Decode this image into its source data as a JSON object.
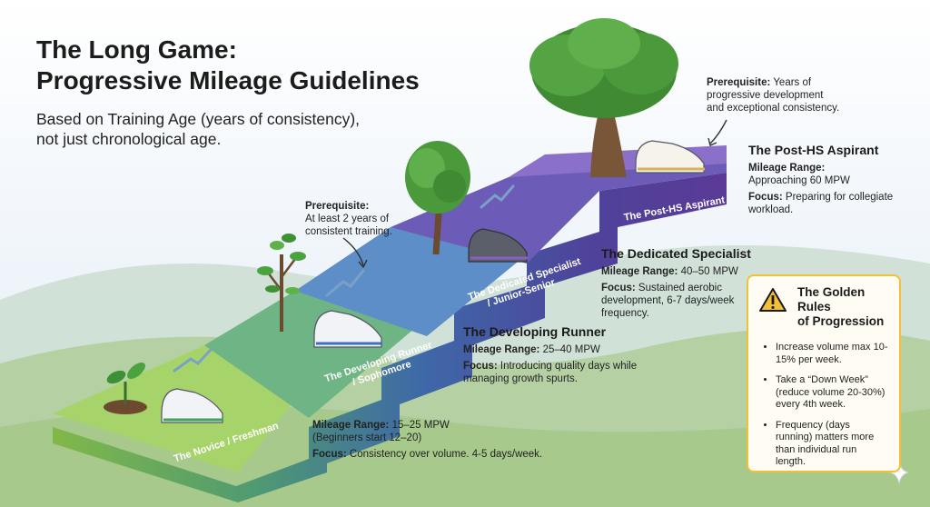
{
  "title": {
    "line1": "The Long Game:",
    "line2": "Progressive Mileage Guidelines"
  },
  "subtitle": {
    "line1": "Based on Training Age (years of consistency),",
    "line2": "not just chronological age."
  },
  "steps": [
    {
      "label": "The Novice / Freshman"
    },
    {
      "label1": "The Developing Runner",
      "label2": "/ Sophomore"
    },
    {
      "label1": "The Dedicated Specialist",
      "label2": "/ Junior-Senior"
    },
    {
      "label": "The Post-HS Aspirant"
    }
  ],
  "novice": {
    "mileage_label": "Mileage Range:",
    "mileage_value": "15–25 MPW",
    "mileage_note": "(Beginners start 12–20)",
    "focus_label": "Focus:",
    "focus_value": "Consistency over volume. 4-5 days/week."
  },
  "developing": {
    "heading": "The Developing Runner",
    "mileage_label": "Mileage Range:",
    "mileage_value": "25–40 MPW",
    "focus_label": "Focus:",
    "focus_value1": "Introducing quality days while",
    "focus_value2": "managing growth spurts."
  },
  "dedicated": {
    "heading": "The Dedicated Specialist",
    "mileage_label": "Mileage Range:",
    "mileage_value": "40–50 MPW",
    "focus_label": "Focus:",
    "focus_value1": "Sustained aerobic",
    "focus_value2": "development, 6-7 days/week",
    "focus_value3": "frequency."
  },
  "aspirant": {
    "heading": "The Post-HS Aspirant",
    "mileage_label": "Mileage Range:",
    "mileage_value": "Approaching 60 MPW",
    "focus_label": "Focus:",
    "focus_value1": "Preparing for collegiate",
    "focus_value2": "workload."
  },
  "prereq1": {
    "label": "Prerequisite:",
    "line1": "At least 2 years of",
    "line2": "consistent training."
  },
  "prereq2": {
    "label": "Prerequisite:",
    "line1a": "Years of",
    "line2": "progressive development",
    "line3": "and exceptional consistency."
  },
  "rules": {
    "heading1": "The Golden Rules",
    "heading2": "of Progression",
    "items": [
      "Increase volume max 10-15% per week.",
      "Take a “Down Week” (reduce volume 20-30%) every 4th week.",
      "Frequency (days running) matters more than individual run length."
    ]
  },
  "icons": [
    "seedling-icon",
    "sapling-icon",
    "young-tree-icon",
    "mature-tree-icon",
    "running-shoe-icon",
    "trail-shoe-icon",
    "warning-icon",
    "sparkle-icon"
  ],
  "colors": {
    "step1": "#8cc85a",
    "step2": "#5aa07a",
    "step3": "#4a74b8",
    "step4": "#6a4aa8",
    "rules_border": "#f2c037"
  }
}
